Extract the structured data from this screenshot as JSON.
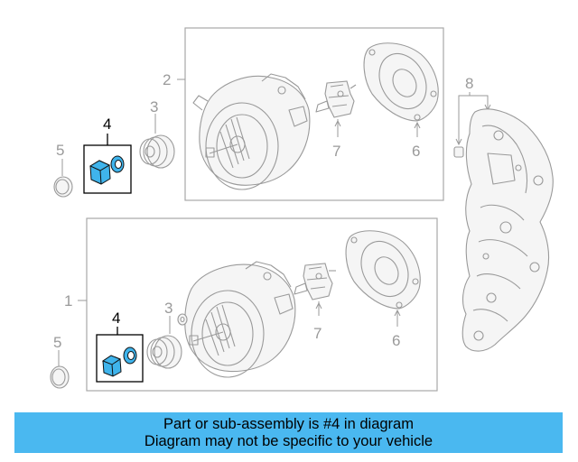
{
  "diagram": {
    "callouts": {
      "c1": "1",
      "c2": "2",
      "c3a": "3",
      "c3b": "3",
      "c4a": "4",
      "c4b": "4",
      "c5a": "5",
      "c5b": "5",
      "c6a": "6",
      "c6b": "6",
      "c7a": "7",
      "c7b": "7",
      "c8": "8"
    },
    "highlight_color": "#3fb4ec"
  },
  "banner": {
    "line1": "Part or sub-assembly is #4 in diagram",
    "line2": "Diagram may not be specific to your vehicle",
    "color": "#4ab8f0"
  }
}
